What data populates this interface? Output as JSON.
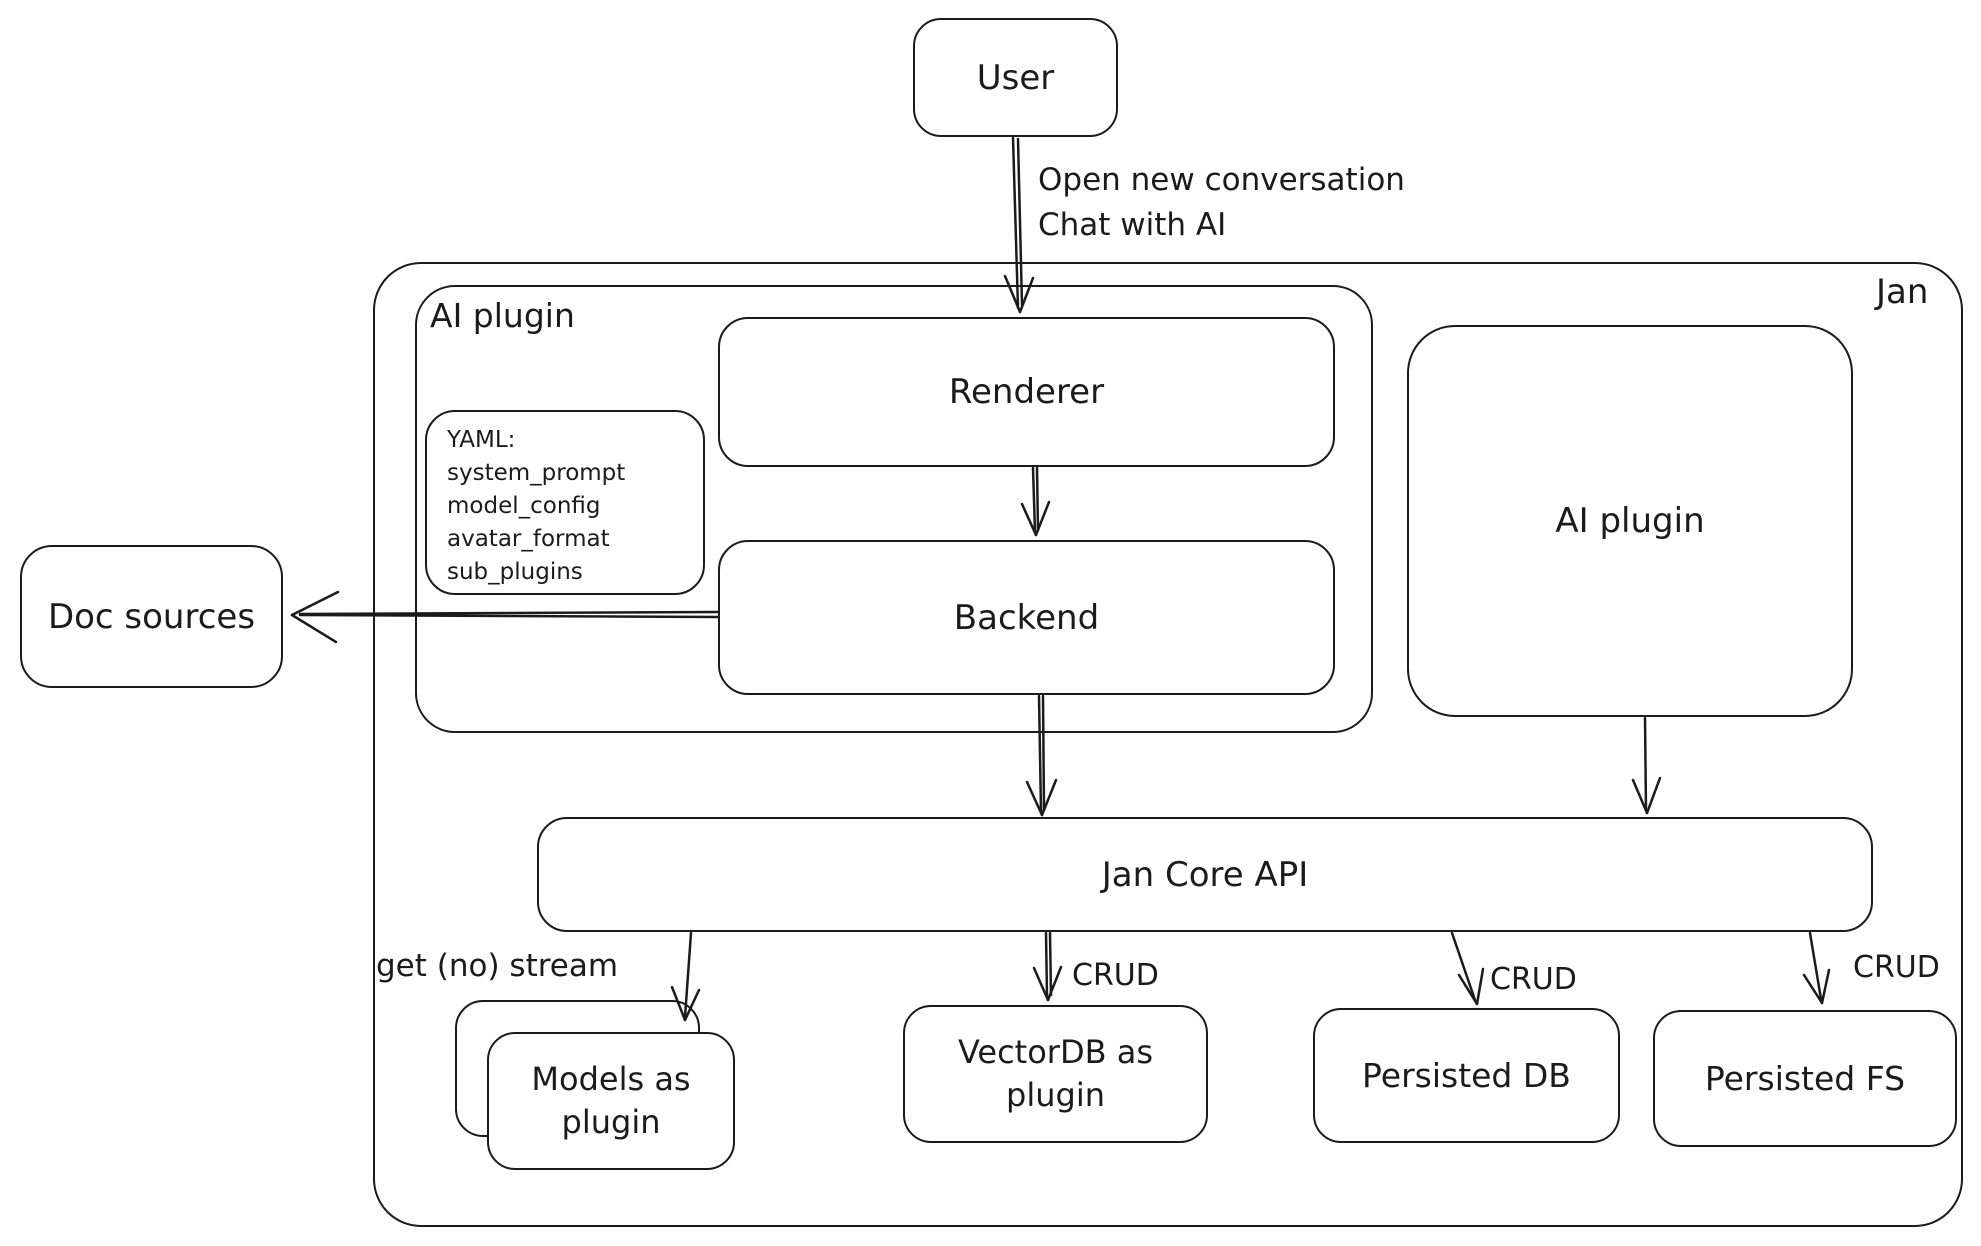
{
  "colors": {
    "stroke": "#1b1b1b",
    "background": "#ffffff"
  },
  "nodes": {
    "user": {
      "label": "User"
    },
    "jan": {
      "label": "Jan"
    },
    "ai_plugin_left": {
      "label": "AI plugin"
    },
    "renderer": {
      "label": "Renderer"
    },
    "backend": {
      "label": "Backend"
    },
    "yaml_note": {
      "lines": [
        "YAML:",
        "system_prompt",
        "model_config",
        "avatar_format",
        "sub_plugins"
      ]
    },
    "ai_plugin_right": {
      "label": "AI plugin"
    },
    "doc_sources": {
      "label": "Doc sources"
    },
    "jan_core_api": {
      "label": "Jan Core API"
    },
    "models_plugin": {
      "label": "Models as plugin"
    },
    "vectordb_plugin": {
      "label": "VectorDB as plugin"
    },
    "persisted_db": {
      "label": "Persisted DB"
    },
    "persisted_fs": {
      "label": "Persisted FS"
    }
  },
  "edge_labels": {
    "user_flow": [
      "Open new conversation",
      "Chat with AI"
    ],
    "get_no_stream": "get (no) stream",
    "crud_vectordb": "CRUD",
    "crud_persisted_db": "CRUD",
    "crud_persisted_fs": "CRUD"
  }
}
